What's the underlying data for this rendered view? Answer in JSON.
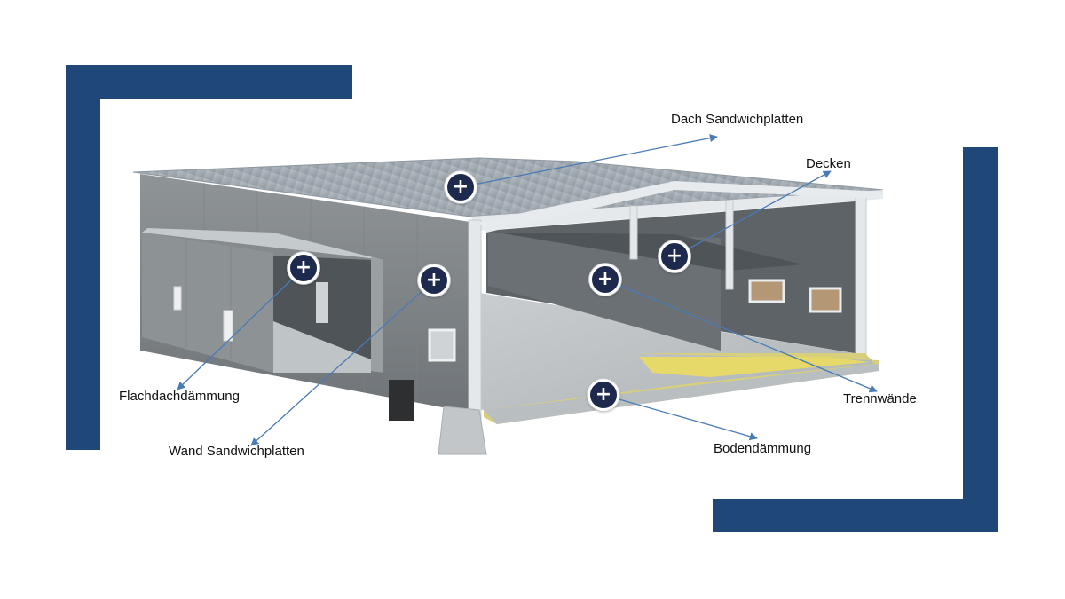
{
  "colors": {
    "frame": "#1f4778",
    "hotspot": "#1d2a4d",
    "connector": "#4a7bb5"
  },
  "hotspot_icon": "plus-icon",
  "hotspot_symbol": "+",
  "labels": {
    "dach_sandwichplatten": "Dach Sandwichplatten",
    "decken": "Decken",
    "flachdachdaemmung": "Flachdachdämmung",
    "wand_sandwichplatten": "Wand Sandwichplatten",
    "trennwaende": "Trennwände",
    "bodendaemmung": "Bodendämmung"
  }
}
